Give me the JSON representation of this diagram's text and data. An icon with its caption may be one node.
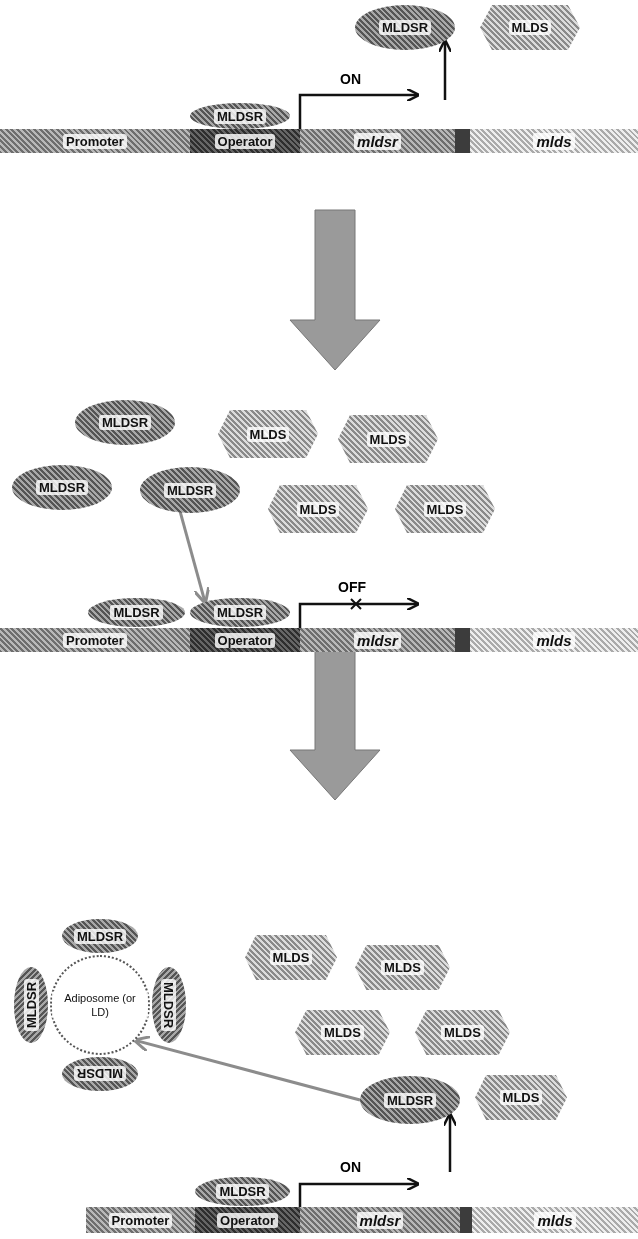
{
  "diagram": {
    "nodes": [
      {
        "text": [
          "MLDSR"
        ]
      },
      {
        "text": [
          "MLDS"
        ]
      },
      {
        "text": [
          "MLDSR"
        ]
      },
      {
        "text": [
          "Promoter"
        ]
      },
      {
        "text": [
          "Operator"
        ]
      },
      {
        "text": [
          "mldsr"
        ]
      },
      {
        "text": [],
        "shape": "bar"
      },
      {
        "text": [
          "mlds"
        ]
      },
      {
        "text": [
          "MLDSR"
        ]
      },
      {
        "text": [
          "MLDS"
        ]
      },
      {
        "text": [
          "MLDS"
        ]
      },
      {
        "text": [
          "MLDSR"
        ]
      },
      {
        "text": [
          "MLDSR"
        ]
      },
      {
        "text": [
          "MLDS"
        ]
      },
      {
        "text": [
          "MLDS"
        ]
      },
      {
        "text": [
          "MLDSR"
        ]
      },
      {
        "text": [
          "MLDSR"
        ]
      },
      {
        "text": [
          "Promoter"
        ]
      },
      {
        "text": [
          "Operator"
        ]
      },
      {
        "text": [
          "mldsr"
        ]
      },
      {
        "text": [],
        "shape": "bar"
      },
      {
        "text": [
          "mlds"
        ]
      },
      {
        "text": [
          "Adiposome (or LD)"
        ]
      },
      {
        "text": [
          "MLDSR"
        ]
      },
      {
        "text": [
          "MLDSR"
        ]
      },
      {
        "text": [
          "MLDSR"
        ]
      },
      {
        "text": [
          "MLDSR"
        ]
      },
      {
        "text": [
          "MLDS"
        ]
      },
      {
        "text": [
          "MLDS"
        ]
      },
      {
        "text": [
          "MLDS"
        ]
      },
      {
        "text": [
          "MLDS"
        ]
      },
      {
        "text": [
          "MLDSR"
        ]
      },
      {
        "text": [
          "MLDS"
        ]
      },
      {
        "text": [
          "MLDSR"
        ]
      },
      {
        "text": [
          "Promoter"
        ]
      },
      {
        "text": [
          "Operator"
        ]
      },
      {
        "text": [
          "mldsr"
        ]
      },
      {
        "text": [],
        "shape": "bar"
      },
      {
        "text": [
          "mlds"
        ]
      }
    ],
    "edges": [
      {
        "from": 5,
        "to": null,
        "arrow": "to",
        "label": "ON"
      },
      {
        "from": null,
        "to": 0,
        "arrow": "to"
      },
      {
        "from": 12,
        "to": 16,
        "arrow": "to",
        "color": "#8c8c8c"
      },
      {
        "from": 19,
        "to": null,
        "arrow": "to",
        "label": "OFF"
      },
      {
        "from": 31,
        "to": 22,
        "arrow": "to",
        "color": "#8c8c8c"
      },
      {
        "from": null,
        "to": 31,
        "arrow": "to"
      },
      {
        "from": 36,
        "to": null,
        "arrow": "to",
        "label": "ON"
      }
    ]
  }
}
